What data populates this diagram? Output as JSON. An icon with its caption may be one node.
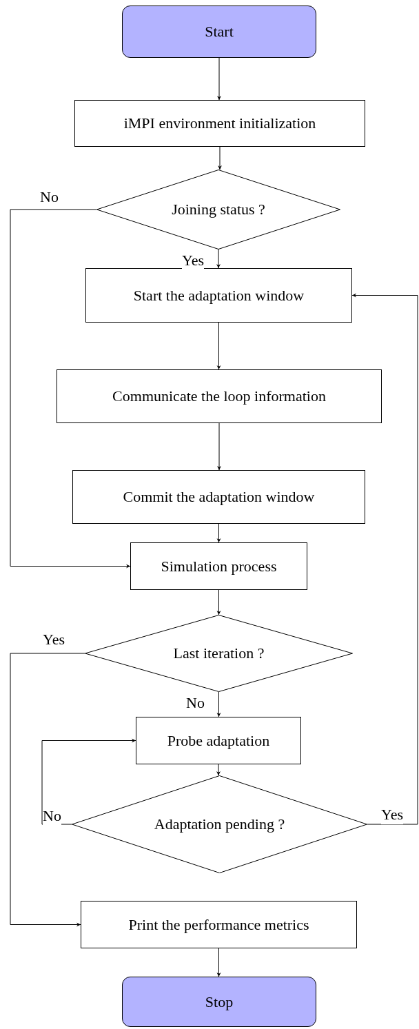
{
  "diagram": {
    "nodes": [
      {
        "text": [
          "Start"
        ]
      },
      {
        "text": [
          "iMPI environment initialization"
        ]
      },
      {
        "text": [
          "Joining status ?"
        ]
      },
      {
        "text": [
          "Start the adaptation window"
        ]
      },
      {
        "text": [
          "Communicate the loop information"
        ]
      },
      {
        "text": [
          "Commit the adaptation window"
        ]
      },
      {
        "text": [
          "Simulation process"
        ]
      },
      {
        "text": [
          "Last iteration ?"
        ]
      },
      {
        "text": [
          "Probe adaptation"
        ]
      },
      {
        "text": [
          "Adaptation pending ?"
        ]
      },
      {
        "text": [
          "Print the performance metrics"
        ]
      },
      {
        "text": [
          "Stop"
        ]
      }
    ],
    "edges": [
      {
        "from": 0,
        "to": 1,
        "arrow": "to"
      },
      {
        "from": 1,
        "to": 2,
        "arrow": "to"
      },
      {
        "from": 2,
        "to": 3,
        "arrow": "to",
        "label": "Yes"
      },
      {
        "from": 2,
        "to": 6,
        "arrow": "to",
        "label": "No"
      },
      {
        "from": 3,
        "to": 4,
        "arrow": "to"
      },
      {
        "from": 4,
        "to": 5,
        "arrow": "to"
      },
      {
        "from": 5,
        "to": 6,
        "arrow": "to"
      },
      {
        "from": 6,
        "to": 7,
        "arrow": "to"
      },
      {
        "from": 7,
        "to": 10,
        "arrow": "to",
        "label": "Yes"
      },
      {
        "from": 7,
        "to": 8,
        "arrow": "to",
        "label": "No"
      },
      {
        "from": 8,
        "to": 9,
        "arrow": "to"
      },
      {
        "from": 9,
        "to": 8,
        "arrow": "to",
        "label": "No"
      },
      {
        "from": 9,
        "to": 3,
        "arrow": "to",
        "label": "Yes"
      },
      {
        "from": 10,
        "to": 11,
        "arrow": "to"
      }
    ]
  }
}
